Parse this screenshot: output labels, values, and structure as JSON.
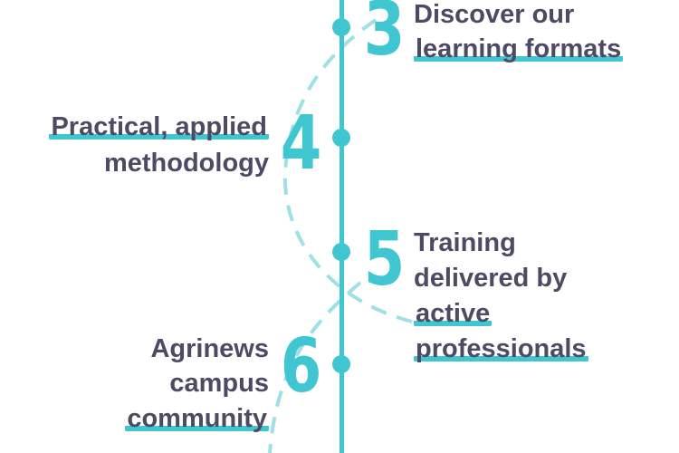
{
  "colors": {
    "accent": "#40c6d0",
    "text": "#4f4a63"
  },
  "steps": [
    {
      "number": "3",
      "lines": [
        "Discover our",
        "learning formats"
      ],
      "side": "right"
    },
    {
      "number": "4",
      "lines": [
        "Practical, applied",
        "methodology"
      ],
      "side": "left"
    },
    {
      "number": "5",
      "lines": [
        "Training",
        "delivered by",
        "active",
        "professionals"
      ],
      "side": "right"
    },
    {
      "number": "6",
      "lines": [
        "Agrinews",
        "campus",
        "community"
      ],
      "side": "left"
    }
  ]
}
